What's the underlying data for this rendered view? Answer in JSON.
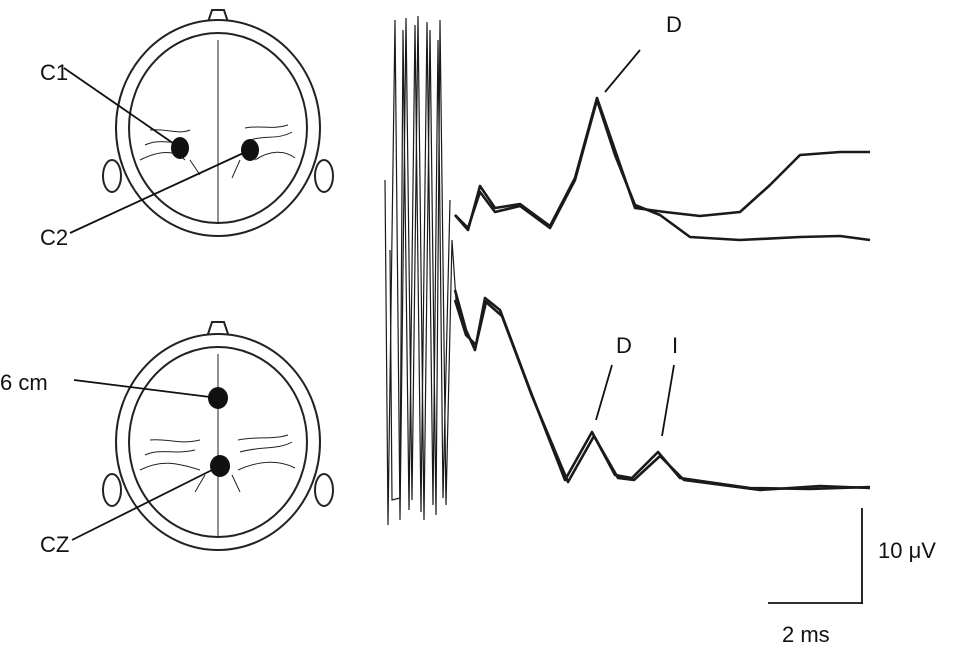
{
  "electrode_labels": {
    "c1": "C1",
    "c2": "C2",
    "six_cm": "6 cm",
    "cz": "CZ"
  },
  "wave_labels": {
    "upper_d": "D",
    "lower_d": "D",
    "lower_i": "I"
  },
  "scale_bar": {
    "amplitude": "10 μV",
    "time": "2 ms"
  }
}
